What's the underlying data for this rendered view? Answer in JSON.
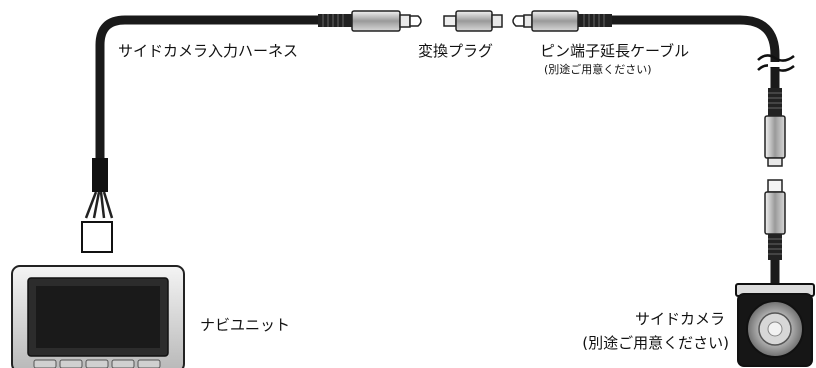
{
  "labels": {
    "harness": "サイドカメラ入力ハーネス",
    "plug": "変換プラグ",
    "cable": "ピン端子延長ケーブル",
    "cable_note": "(別途ご用意ください)",
    "navi": "ナビユニット",
    "camera": "サイドカメラ",
    "camera_note": "(別途ご用意ください)"
  }
}
